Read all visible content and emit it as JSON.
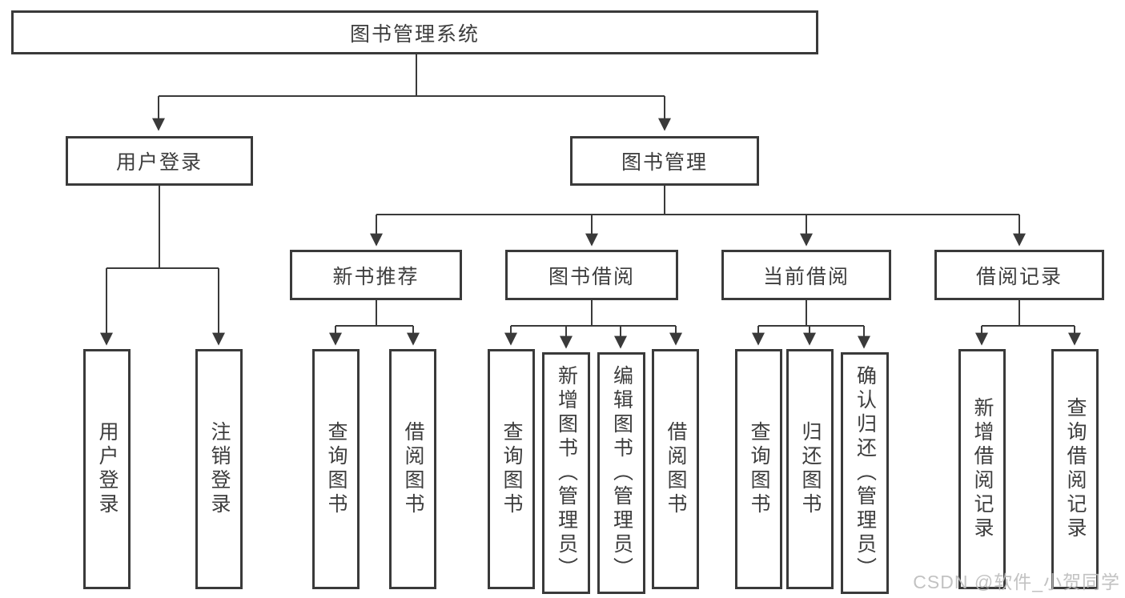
{
  "tree": {
    "root": {
      "label": "图书管理系统",
      "children": [
        {
          "label": "用户登录",
          "children": [
            {
              "label": "用户登录"
            },
            {
              "label": "注销登录"
            }
          ]
        },
        {
          "label": "图书管理",
          "children": [
            {
              "label": "新书推荐",
              "children": [
                {
                  "label": "查询图书"
                },
                {
                  "label": "借阅图书"
                }
              ]
            },
            {
              "label": "图书借阅",
              "children": [
                {
                  "label": "查询图书"
                },
                {
                  "label": "新增图书（管理员）"
                },
                {
                  "label": "编辑图书（管理员）"
                },
                {
                  "label": "借阅图书"
                }
              ]
            },
            {
              "label": "当前借阅",
              "children": [
                {
                  "label": "查询图书"
                },
                {
                  "label": "归还图书"
                },
                {
                  "label": "确认归还（管理员）"
                }
              ]
            },
            {
              "label": "借阅记录",
              "children": [
                {
                  "label": "新增借阅记录"
                },
                {
                  "label": "查询借阅记录"
                }
              ]
            }
          ]
        }
      ]
    }
  },
  "watermark": {
    "text": "CSDN @软件_小贺同学"
  },
  "colors": {
    "line": "#3a3a3a",
    "text": "#3d3d3d",
    "watermark": "#bcbcbc",
    "background": "#ffffff"
  }
}
